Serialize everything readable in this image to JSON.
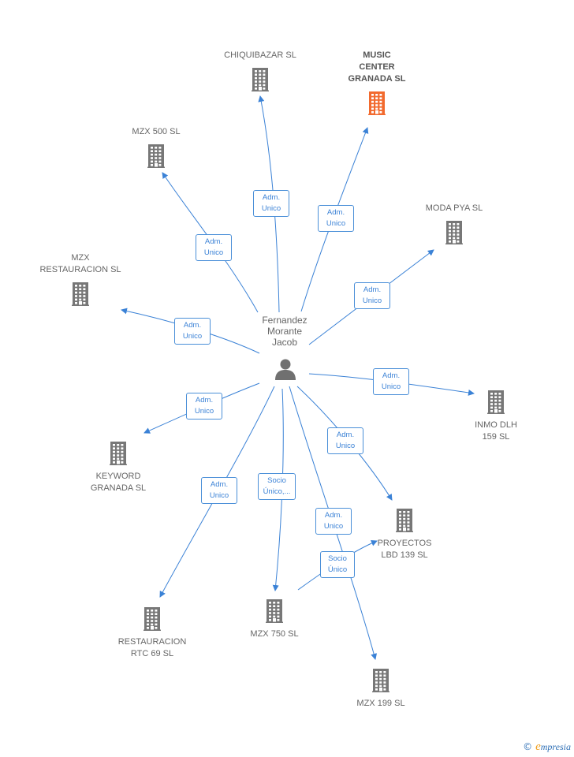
{
  "colors": {
    "edge": "#3b82d6",
    "node": "#777777",
    "highlight": "#f26a2e"
  },
  "center": {
    "name": "Fernandez\nMorante\nJacob",
    "icon": "person-icon"
  },
  "nodes": [
    {
      "id": "chiquibazar",
      "label": "CHIQUIBAZAR SL",
      "highlight": false
    },
    {
      "id": "music",
      "label": "MUSIC\nCENTER\nGRANADA SL",
      "highlight": true
    },
    {
      "id": "mzx500",
      "label": "MZX 500 SL",
      "highlight": false
    },
    {
      "id": "modapya",
      "label": "MODA PYA SL",
      "highlight": false
    },
    {
      "id": "mzxrest",
      "label": "MZX\nRESTAURACION SL",
      "highlight": false
    },
    {
      "id": "inmo",
      "label": "INMO DLH\n159 SL",
      "highlight": false
    },
    {
      "id": "keyword",
      "label": "KEYWORD\nGRANADA SL",
      "highlight": false
    },
    {
      "id": "proyectos",
      "label": "PROYECTOS\nLBD 139 SL",
      "highlight": false
    },
    {
      "id": "rtc",
      "label": "RESTAURACION\nRTC 69 SL",
      "highlight": false
    },
    {
      "id": "mzx750",
      "label": "MZX 750 SL",
      "highlight": false
    },
    {
      "id": "mzx199",
      "label": "MZX 199 SL",
      "highlight": false
    }
  ],
  "edges": [
    {
      "to": "chiquibazar",
      "label": "Adm.\nUnico"
    },
    {
      "to": "music",
      "label": "Adm.\nUnico"
    },
    {
      "to": "mzx500",
      "label": "Adm.\nUnico"
    },
    {
      "to": "modapya",
      "label": "Adm.\nUnico"
    },
    {
      "to": "mzxrest",
      "label": "Adm.\nUnico"
    },
    {
      "to": "inmo",
      "label": "Adm.\nUnico"
    },
    {
      "to": "keyword",
      "label": "Adm.\nUnico"
    },
    {
      "to": "proyectos",
      "label": "Adm.\nUnico"
    },
    {
      "to": "rtc",
      "label": "Adm.\nUnico"
    },
    {
      "to": "mzx750",
      "label": "Socio\nÚnico,..."
    },
    {
      "to": "mzx199",
      "label": "Adm.\nUnico"
    },
    {
      "from": "mzx750",
      "to": "proyectos",
      "label": "Socio\nÚnico"
    }
  ],
  "brand": {
    "copyright": "©",
    "name": "mpresia",
    "initial": "e"
  }
}
